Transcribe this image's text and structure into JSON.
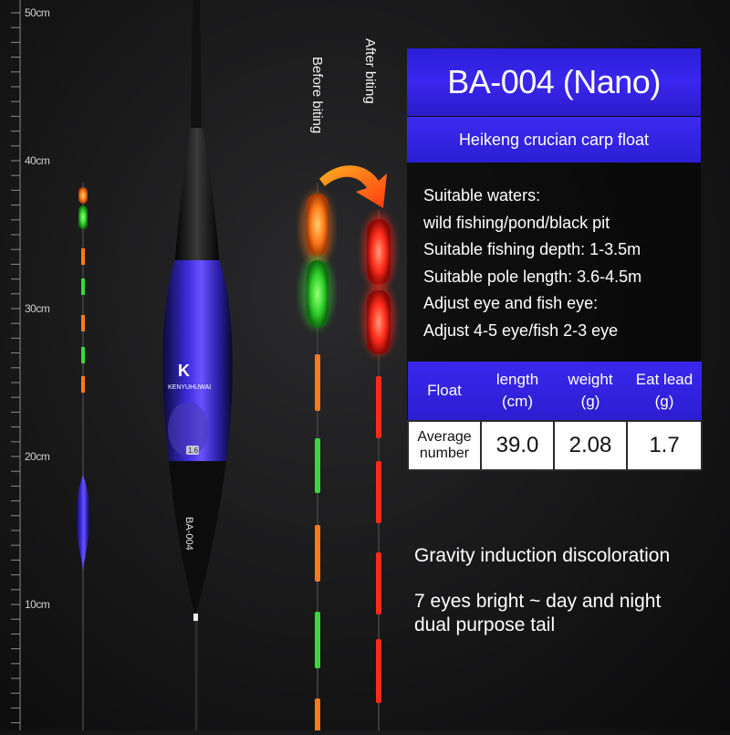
{
  "ruler": {
    "labels": [
      {
        "text": "50cm"
      },
      {
        "text": "40cm"
      },
      {
        "text": "30cm"
      },
      {
        "text": "20cm"
      },
      {
        "text": "10cm"
      }
    ]
  },
  "float_body": {
    "brand_text": "KENYUHUWAI",
    "model_text": "BA-004",
    "weight_badge": "1.6"
  },
  "labels": {
    "before": "Before biting",
    "after": "After biting"
  },
  "product": {
    "title": "BA-004 (Nano)",
    "subtitle": "Heikeng crucian carp float"
  },
  "specs": [
    "Suitable waters:",
    "wild fishing/pond/black pit",
    "Suitable fishing depth: 1-3.5m",
    "Suitable pole length: 3.6-4.5m",
    "Adjust eye and fish eye:",
    "Adjust 4-5 eye/fish 2-3 eye"
  ],
  "table": {
    "headers": [
      [
        "Float"
      ],
      [
        "length",
        "(cm)"
      ],
      [
        "weight",
        "(g)"
      ],
      [
        "Eat lead",
        "(g)"
      ]
    ],
    "row_label": [
      "Average",
      "number"
    ],
    "values": [
      "39.0",
      "2.08",
      "1.7"
    ]
  },
  "features": {
    "line1": "Gravity induction discoloration",
    "line2": "7 eyes bright ~ day and night",
    "line3": "dual purpose tail"
  },
  "colors": {
    "accent_blue": "#3a26ee",
    "glow_green": "#39d83a",
    "glow_orange": "#ff7a1a",
    "glow_red": "#ff2a1a"
  }
}
